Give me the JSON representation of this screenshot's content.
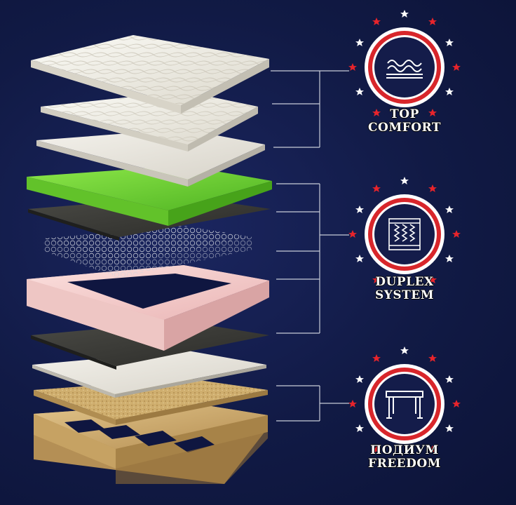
{
  "groups": [
    {
      "id": "top-comfort",
      "icon": "wave-foam-icon",
      "label_line1": "TOP",
      "label_line2": "COMFORT"
    },
    {
      "id": "duplex-system",
      "icon": "spring-block-icon",
      "label_line1": "DUPLEX",
      "label_line2": "SYSTEM"
    },
    {
      "id": "podium-freedom",
      "icon": "bed-frame-icon",
      "label_line1": "ПОДИУМ",
      "label_line2": "FREEDOM"
    }
  ],
  "colors": {
    "background": "#111a45",
    "ring_red": "#d8262b",
    "ring_white": "#ffffff",
    "badge_fill": "#141c4a",
    "star_red": "#e8242b",
    "star_white": "#ffffff",
    "green_layer": "#6fd12e",
    "pink_frame": "#f3c9c9",
    "felt_dark": "#3a3a36",
    "wood": "#caa76a"
  }
}
